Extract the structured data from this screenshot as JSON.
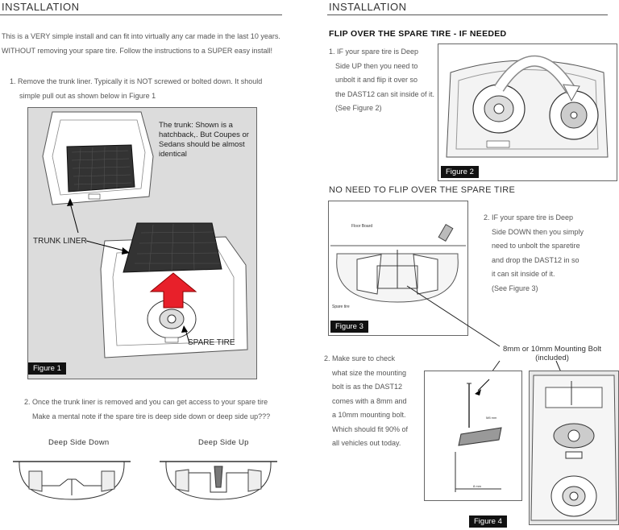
{
  "left": {
    "header": "INSTALLATION",
    "intro": [
      "This is a VERY simple install and can fit into virtually any car made in the last 10 years.",
      "WITHOUT removing your spare tire.  Follow the instructions to a SUPER easy install!"
    ],
    "step1": [
      "1. Remove the trunk liner. Typically it is NOT screwed or bolted down.  It should",
      "simple pull out as shown below in Figure 1"
    ],
    "figure1": {
      "note": [
        "The trunk: Shown is a",
        "hatchback,.  But Coupes or",
        "Sedans should be almost",
        "identical"
      ],
      "liner_label": "TRUNK LINER",
      "tire_label": "SPARE TIRE",
      "label": "Figure 1"
    },
    "step2": [
      "2. Once the trunk liner is removed and you can get access to your spare tire",
      "Make a mental note if the spare tire is deep side down or deep side up???"
    ],
    "deep_down": "Deep Side Down",
    "deep_up": "Deep Side Up"
  },
  "right": {
    "header": "INSTALLATION",
    "flip_title": "FLIP OVER THE SPARE TIRE - IF NEEDED",
    "flip_text": [
      "1. IF your spare tire is Deep",
      "Side UP then you need to",
      "unbolt it and flip it over so",
      "the DAST12 can sit inside of it.",
      "(See Figure 2)"
    ],
    "figure2_label": "Figure 2",
    "noflip_title": "NO NEED TO FLIP OVER THE SPARE TIRE",
    "figure3": {
      "floor_board": "Floor Board",
      "spare_tire": "Spare tire",
      "label": "Figure 3"
    },
    "noflip_text": [
      "2. IF your spare tire is Deep",
      "Side DOWN then you simply",
      "need to unbolt the sparetire",
      "and drop the DAST12 in so",
      "it can sit inside of it.",
      "(See Figure 3)"
    ],
    "bolt_label": [
      "8mm or 10mm Mounting Bolt",
      "(included)"
    ],
    "check_text": [
      "2. Make sure to check",
      "what size the mounting",
      "bolt is as the DAST12",
      "comes with a 8mm and",
      "a 10mm mounting bolt.",
      "Which should fit 90% of",
      "all vehicles out today."
    ],
    "fig4_mm1": "M8 mm",
    "fig4_mm2": "8 mm",
    "figure4_label": "Figure 4"
  }
}
